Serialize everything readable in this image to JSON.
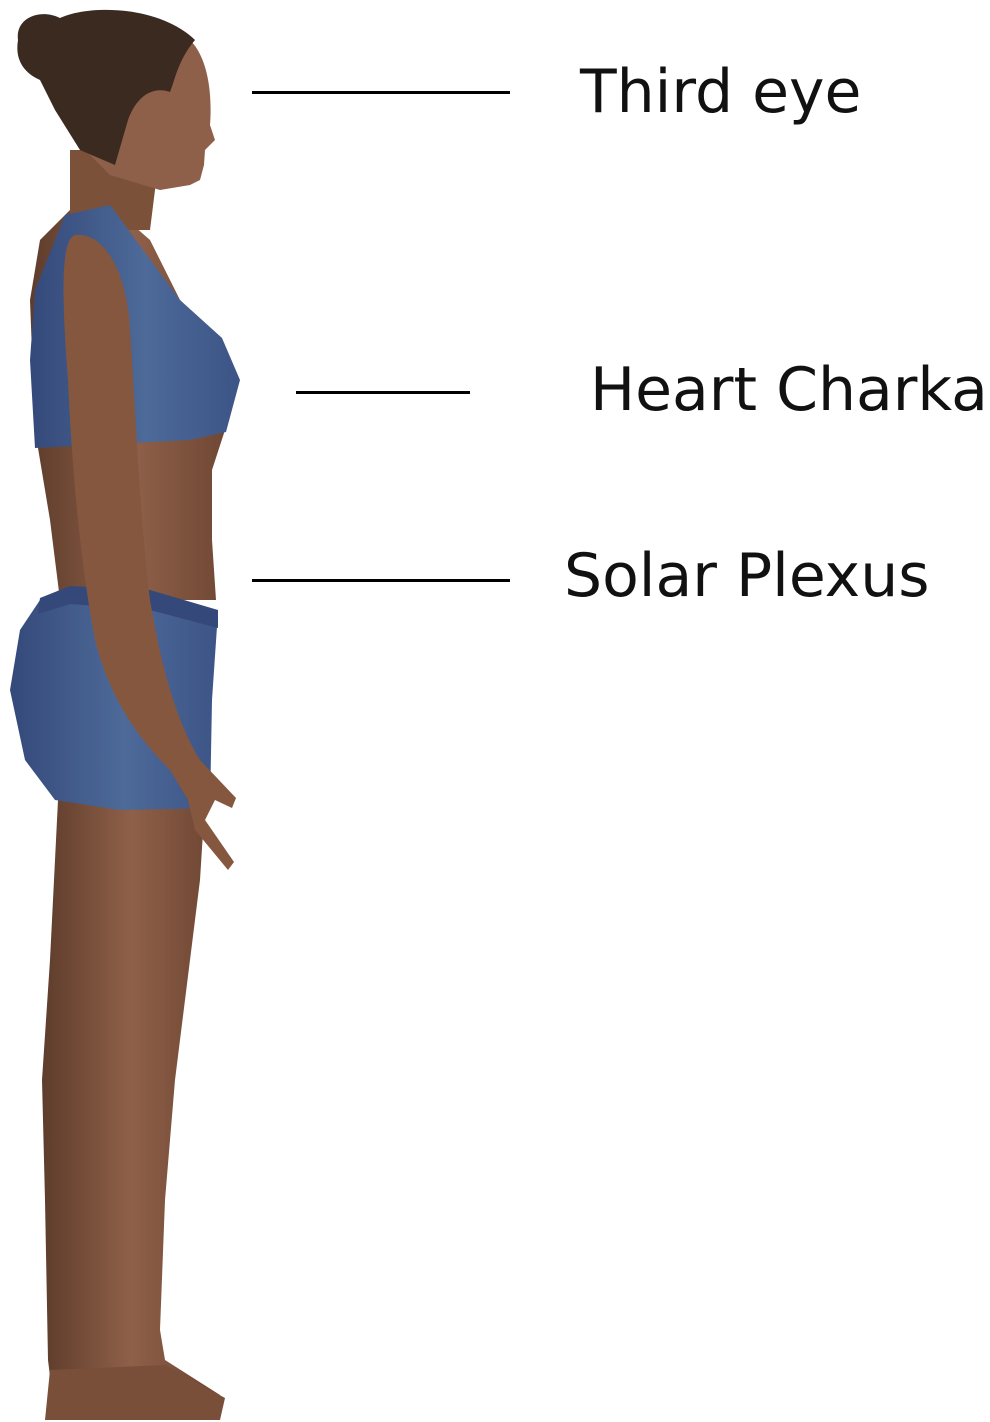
{
  "labels": {
    "third_eye": "Third eye",
    "heart": "Heart Charka",
    "solar_plexus": "Solar Plexus"
  },
  "colors": {
    "skin": "#8a5d45",
    "skin_shadow": "#5e3c2b",
    "hair": "#3a2a20",
    "clothing": "#4a6694",
    "clothing_shadow": "#34497a",
    "line": "#000000"
  }
}
